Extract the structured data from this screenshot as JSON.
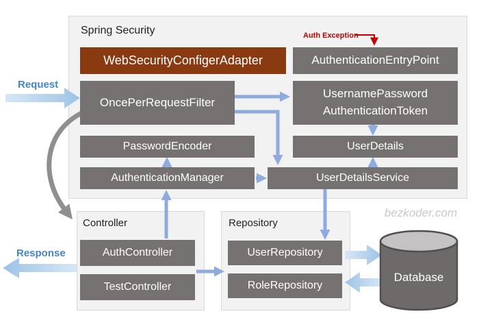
{
  "diagram": {
    "watermark": "bezkoder.com",
    "annotations": {
      "request": "Request",
      "response": "Response",
      "auth_exception": "Auth Exception"
    },
    "spring_security": {
      "title": "Spring Security",
      "web_security_configer_adapter": "WebSecurityConfigerAdapter",
      "authentication_entry_point": "AuthenticationEntryPoint",
      "once_per_request_filter": "OncePerRequestFilter",
      "username_password_authentication_token": {
        "line1": "UsernamePassword",
        "line2": "AuthenticationToken"
      },
      "password_encoder": "PasswordEncoder",
      "user_details": "UserDetails",
      "authentication_manager": "AuthenticationManager",
      "user_details_service": "UserDetailsService"
    },
    "controller": {
      "title": "Controller",
      "auth_controller": "AuthController",
      "test_controller": "TestController"
    },
    "repository": {
      "title": "Repository",
      "user_repository": "UserRepository",
      "role_repository": "RoleRepository"
    },
    "database": {
      "label": "Database"
    },
    "edges": [
      {
        "from": "Request",
        "to": "OncePerRequestFilter",
        "style": "block-arrow"
      },
      {
        "from": "Auth Exception",
        "to": "AuthenticationEntryPoint",
        "style": "red-arrow"
      },
      {
        "from": "OncePerRequestFilter",
        "to": "UsernamePasswordAuthenticationToken",
        "style": "blue-arrow"
      },
      {
        "from": "OncePerRequestFilter",
        "to": "UserDetailsService",
        "style": "blue-elbow-arrow"
      },
      {
        "from": "UsernamePasswordAuthenticationToken",
        "to": "UserDetails",
        "style": "blue-arrow"
      },
      {
        "from": "UserDetailsService",
        "to": "UserDetails",
        "style": "blue-arrow"
      },
      {
        "from": "AuthenticationManager",
        "to": "PasswordEncoder",
        "style": "blue-arrow"
      },
      {
        "from": "AuthenticationManager",
        "to": "UserDetailsService",
        "style": "blue-arrow"
      },
      {
        "from": "AuthController",
        "to": "AuthenticationManager",
        "style": "blue-arrow"
      },
      {
        "from": "UserDetailsService",
        "to": "UserRepository",
        "style": "blue-arrow"
      },
      {
        "from": "OncePerRequestFilter",
        "to": "Controller",
        "style": "gray-curve-arrow"
      },
      {
        "from": "TestController",
        "to": "Repository",
        "style": "blue-arrow"
      },
      {
        "from": "Controller",
        "to": "Response",
        "style": "block-arrow"
      },
      {
        "from": "UserRepository",
        "to": "Database",
        "style": "block-arrow"
      },
      {
        "from": "Database",
        "to": "RoleRepository",
        "style": "block-arrow"
      }
    ],
    "colors": {
      "box_gray": "#767171",
      "box_brown": "#8A3A10",
      "container_bg": "#F2F2F2",
      "container_border": "#D9D9D9",
      "connector_blue": "#8FAADC",
      "block_arrow_light": "#D6E7F6",
      "block_arrow_dark": "#9DC3E6",
      "label_blue": "#4485C8",
      "exception_red": "#C00000",
      "curve_gray": "#8F8F8F",
      "watermark_gray": "#C8C8C8",
      "db_body": "#6E6A6A",
      "db_top": "#C4C2C2",
      "db_border": "#524E4E",
      "text_dark": "#1F1F1F"
    }
  }
}
